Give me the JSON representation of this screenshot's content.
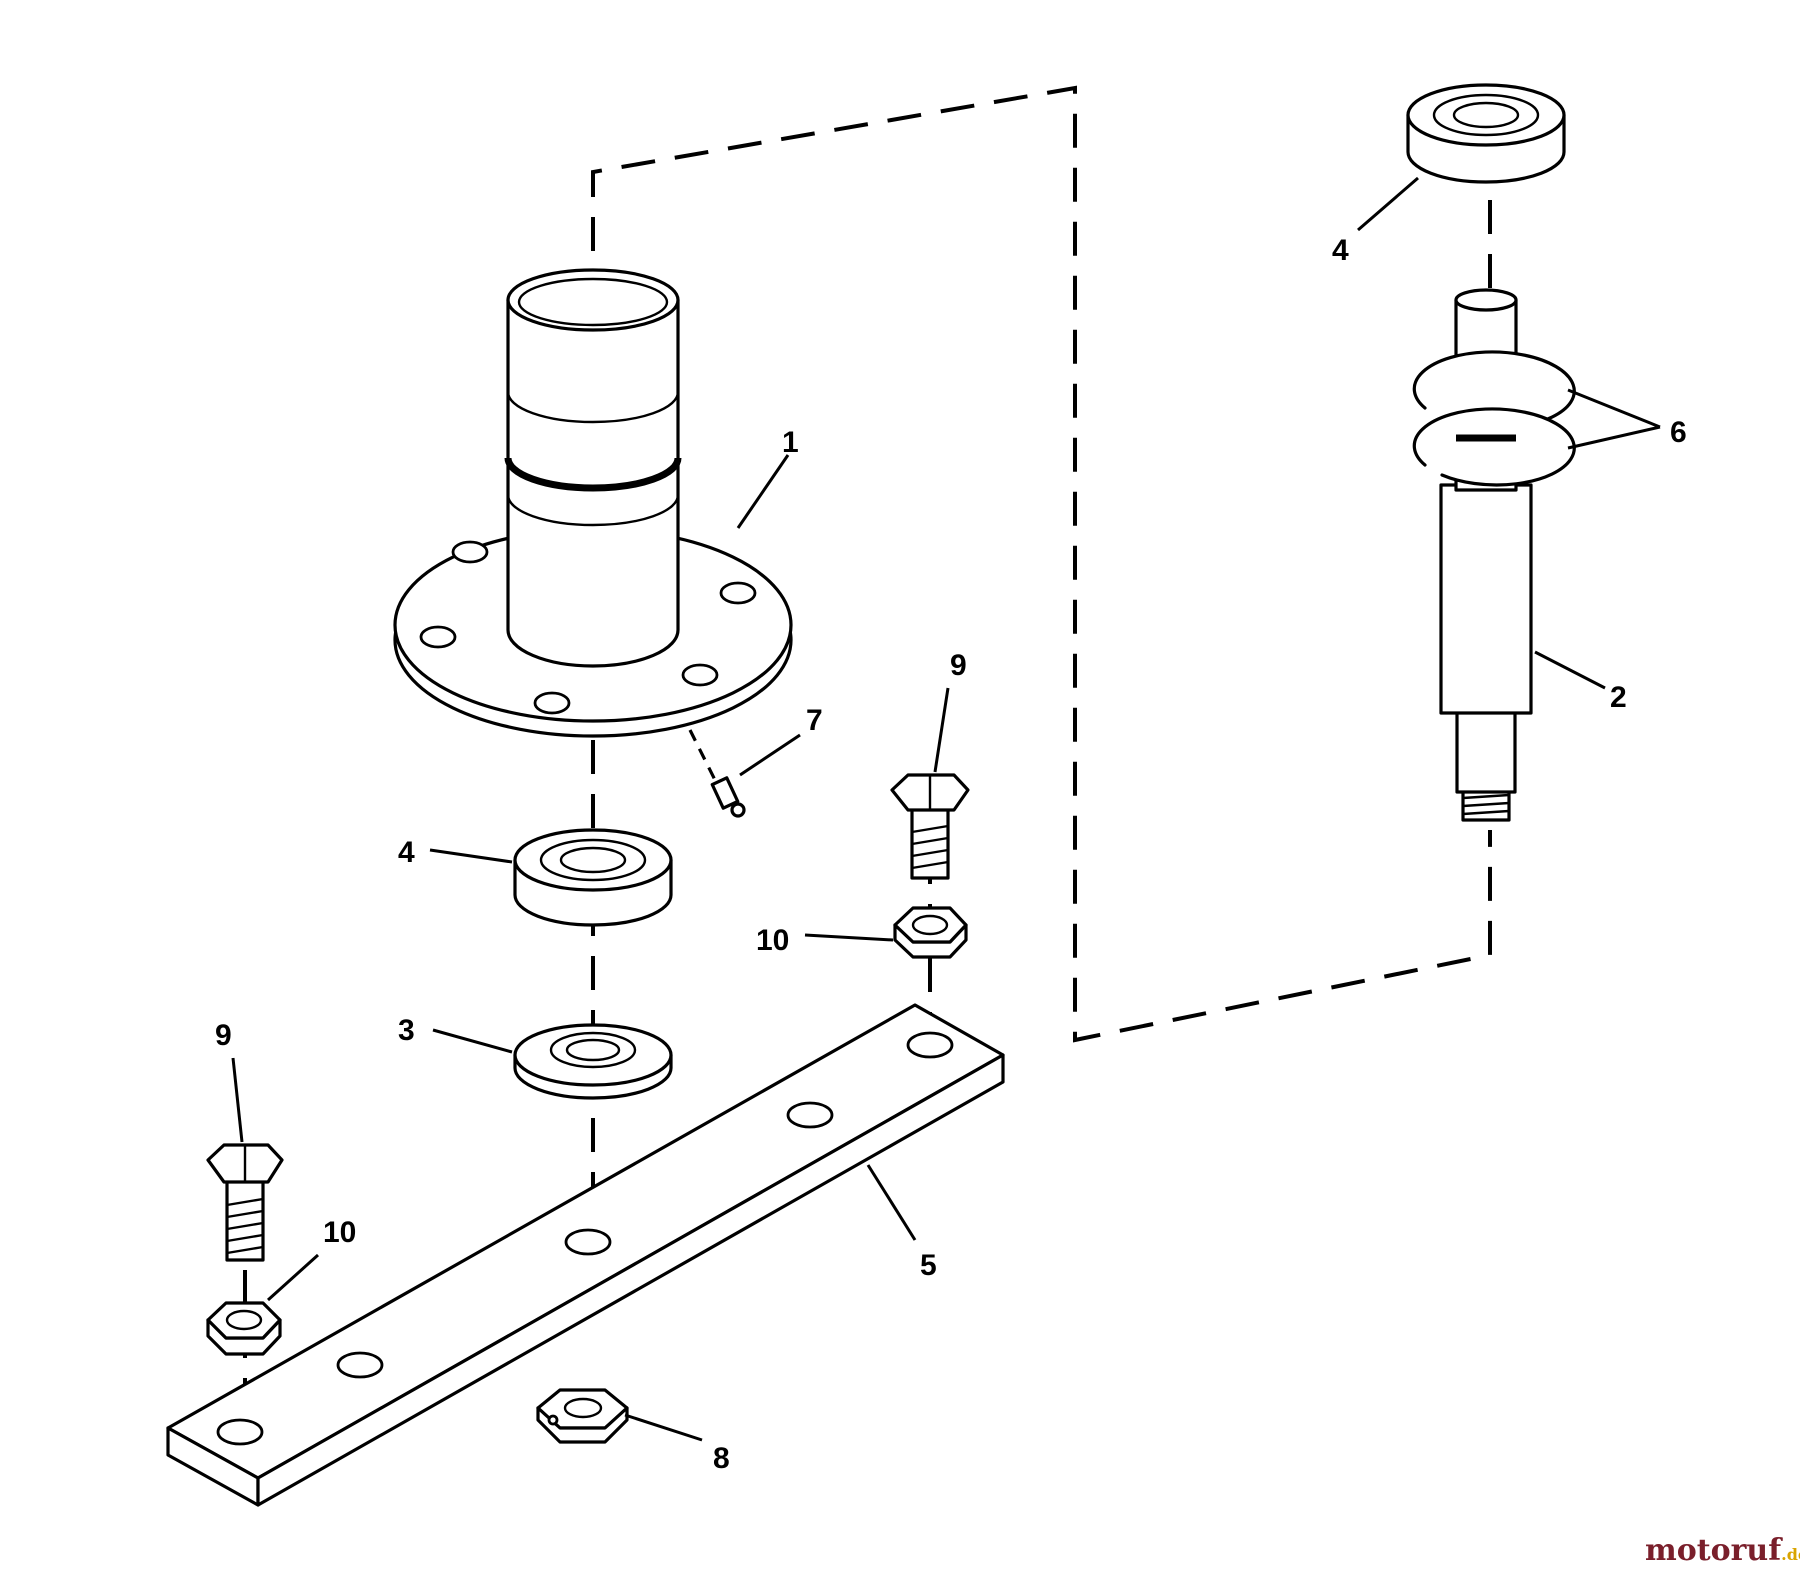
{
  "callouts": [
    {
      "label": "1",
      "part": "spindle-housing"
    },
    {
      "label": "2",
      "part": "spindle-shaft"
    },
    {
      "label": "3",
      "part": "spacer-washer"
    },
    {
      "label": "4",
      "part": "ball-bearing"
    },
    {
      "label": "4",
      "part": "ball-bearing"
    },
    {
      "label": "5",
      "part": "mounting-bar"
    },
    {
      "label": "6",
      "part": "retaining-rings"
    },
    {
      "label": "7",
      "part": "grease-fitting"
    },
    {
      "label": "8",
      "part": "lock-nut"
    },
    {
      "label": "9",
      "part": "hex-bolt"
    },
    {
      "label": "9",
      "part": "hex-bolt"
    },
    {
      "label": "10",
      "part": "hex-nut"
    },
    {
      "label": "10",
      "part": "hex-nut"
    }
  ],
  "watermark": {
    "main": "motoruf",
    "suffix": ".de",
    "color_main": "#7a1f2b",
    "color_accent": "#d9a400"
  }
}
